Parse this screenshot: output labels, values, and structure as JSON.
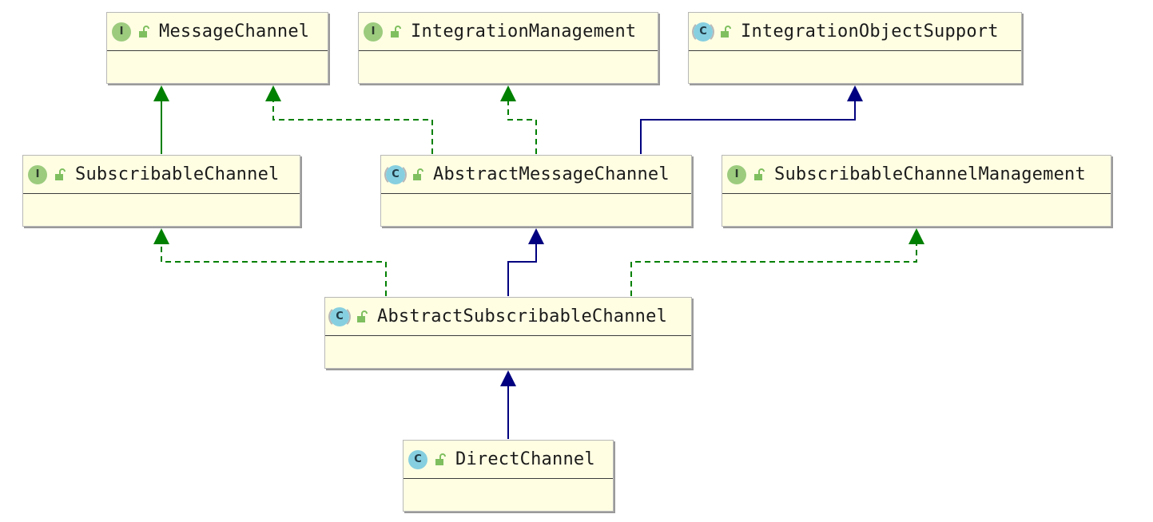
{
  "colors": {
    "node_fill": "#fffee3",
    "interface_icon": "#9ccb7e",
    "class_icon": "#86cfe0",
    "extends_edge": "#000080",
    "implements_edge": "#008000"
  },
  "nodes": [
    {
      "id": "message_channel",
      "name": "MessageChannel",
      "kind": "interface",
      "icon": "interface-icon",
      "visibility_icon": "public-lock-icon"
    },
    {
      "id": "integration_management",
      "name": "IntegrationManagement",
      "kind": "interface",
      "icon": "interface-icon",
      "visibility_icon": "public-lock-icon"
    },
    {
      "id": "integration_object_support",
      "name": "IntegrationObjectSupport",
      "kind": "abstract-class",
      "icon": "abstract-class-icon",
      "visibility_icon": "public-lock-icon"
    },
    {
      "id": "subscribable_channel",
      "name": "SubscribableChannel",
      "kind": "interface",
      "icon": "interface-icon",
      "visibility_icon": "public-lock-icon"
    },
    {
      "id": "abstract_message_channel",
      "name": "AbstractMessageChannel",
      "kind": "abstract-class",
      "icon": "abstract-class-icon",
      "visibility_icon": "public-lock-icon"
    },
    {
      "id": "subscribable_channel_management",
      "name": "SubscribableChannelManagement",
      "kind": "interface",
      "icon": "interface-icon",
      "visibility_icon": "public-lock-icon"
    },
    {
      "id": "abstract_subscribable_channel",
      "name": "AbstractSubscribableChannel",
      "kind": "abstract-class",
      "icon": "abstract-class-icon",
      "visibility_icon": "public-lock-icon"
    },
    {
      "id": "direct_channel",
      "name": "DirectChannel",
      "kind": "class",
      "icon": "class-icon",
      "visibility_icon": "public-lock-icon"
    }
  ],
  "edges": [
    {
      "from": "subscribable_channel",
      "to": "message_channel",
      "type": "interface-extends",
      "style": "solid",
      "color": "#008000"
    },
    {
      "from": "abstract_message_channel",
      "to": "message_channel",
      "type": "implements",
      "style": "dashed",
      "color": "#008000"
    },
    {
      "from": "abstract_message_channel",
      "to": "integration_management",
      "type": "implements",
      "style": "dashed",
      "color": "#008000"
    },
    {
      "from": "abstract_message_channel",
      "to": "integration_object_support",
      "type": "extends",
      "style": "solid",
      "color": "#000080"
    },
    {
      "from": "abstract_subscribable_channel",
      "to": "subscribable_channel",
      "type": "implements",
      "style": "dashed",
      "color": "#008000"
    },
    {
      "from": "abstract_subscribable_channel",
      "to": "abstract_message_channel",
      "type": "extends",
      "style": "solid",
      "color": "#000080"
    },
    {
      "from": "abstract_subscribable_channel",
      "to": "subscribable_channel_management",
      "type": "implements",
      "style": "dashed",
      "color": "#008000"
    },
    {
      "from": "direct_channel",
      "to": "abstract_subscribable_channel",
      "type": "extends",
      "style": "solid",
      "color": "#000080"
    }
  ]
}
